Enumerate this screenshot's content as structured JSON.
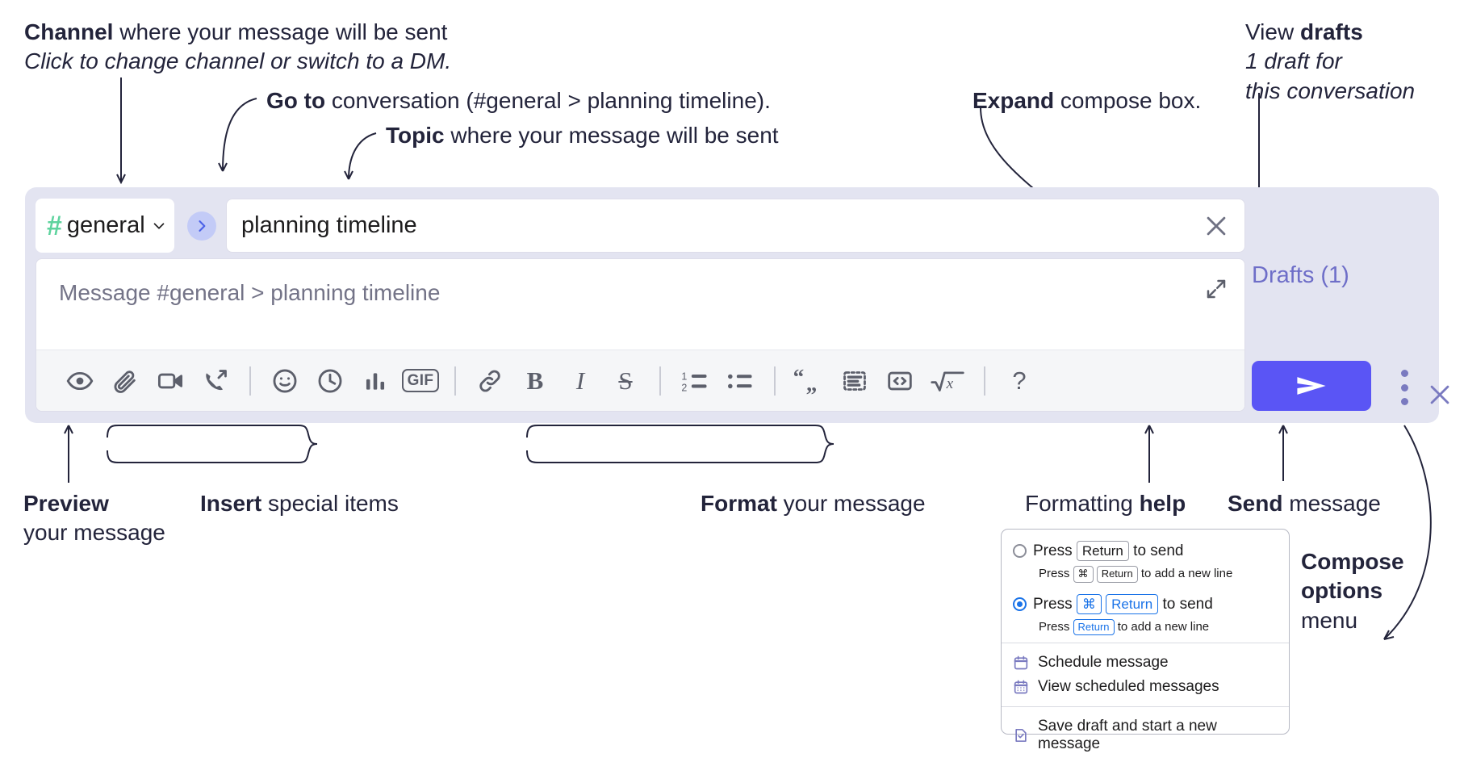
{
  "annotations": {
    "channel": {
      "bold": "Channel",
      "rest": " where your message will be sent",
      "italic": "Click to change channel or switch to a DM."
    },
    "goto": {
      "bold": "Go to",
      "rest": " conversation (#general > planning timeline)."
    },
    "topic": {
      "bold": "Topic",
      "rest": " where your message will be sent"
    },
    "expand": {
      "bold": "Expand",
      "rest": " compose box."
    },
    "drafts": {
      "plain": "View ",
      "bold": "drafts",
      "italic1": "1 draft for",
      "italic2": "this conversation"
    },
    "preview": {
      "bold": "Preview",
      "line2": "your message"
    },
    "insert": {
      "bold": "Insert",
      "rest": " special items"
    },
    "format": {
      "bold": "Format",
      "rest": " your message"
    },
    "formatting_help": {
      "plain": "Formatting ",
      "bold": "help"
    },
    "send": {
      "bold": "Send",
      "rest": " message"
    },
    "compose_options": {
      "bold1": "Compose",
      "bold2": "options",
      "plain": "menu"
    }
  },
  "compose": {
    "channel": {
      "hash": "#",
      "name": "general",
      "chevron_icon": "chevron-down-icon"
    },
    "goto_icon": "chevron-right-icon",
    "topic": {
      "value": "planning timeline",
      "clear_icon": "close-icon"
    },
    "message": {
      "placeholder": "Message #general > planning timeline",
      "value": "",
      "expand_icon": "expand-icon"
    },
    "close_icon": "close-icon",
    "drafts_label": "Drafts (1)",
    "send_icon": "send-icon",
    "compose_menu_icon": "kebab-menu-icon",
    "toolbar": [
      {
        "name": "preview-button",
        "icon": "eye-icon"
      },
      {
        "name": "attach-button",
        "icon": "paperclip-icon"
      },
      {
        "name": "video-clip-button",
        "icon": "video-camera-icon"
      },
      {
        "name": "audio-clip-button",
        "icon": "phone-arrow-icon"
      },
      {
        "name": "separator-1",
        "icon": "separator"
      },
      {
        "name": "emoji-button",
        "icon": "smiley-icon"
      },
      {
        "name": "reminder-button",
        "icon": "clock-icon"
      },
      {
        "name": "poll-button",
        "icon": "bar-chart-icon"
      },
      {
        "name": "gif-button",
        "icon": "gif-icon",
        "label": "GIF"
      },
      {
        "name": "separator-2",
        "icon": "separator"
      },
      {
        "name": "link-button",
        "icon": "link-icon"
      },
      {
        "name": "bold-button",
        "icon": "bold-icon",
        "label": "B"
      },
      {
        "name": "italic-button",
        "icon": "italic-icon",
        "label": "I"
      },
      {
        "name": "strikethrough-button",
        "icon": "strikethrough-icon",
        "label": "S"
      },
      {
        "name": "separator-3",
        "icon": "separator"
      },
      {
        "name": "ordered-list-button",
        "icon": "ordered-list-icon"
      },
      {
        "name": "bulleted-list-button",
        "icon": "bulleted-list-icon"
      },
      {
        "name": "separator-4",
        "icon": "separator"
      },
      {
        "name": "blockquote-button",
        "icon": "quote-icon"
      },
      {
        "name": "code-block-button",
        "icon": "code-block-icon"
      },
      {
        "name": "inline-code-button",
        "icon": "code-brackets-icon"
      },
      {
        "name": "math-button",
        "icon": "square-root-x-icon"
      },
      {
        "name": "separator-5",
        "icon": "separator"
      },
      {
        "name": "formatting-help-button",
        "icon": "question-mark-icon",
        "label": "?"
      }
    ]
  },
  "options_menu": {
    "radio_options": [
      {
        "selected": false,
        "main_pre": "Press ",
        "main_keys": [
          "Return"
        ],
        "main_post": " to send",
        "sub_pre": "Press ",
        "sub_keys": [
          "⌘",
          "Return"
        ],
        "sub_post": " to add a new line",
        "highlight": false
      },
      {
        "selected": true,
        "main_pre": "Press ",
        "main_keys": [
          "⌘",
          "Return"
        ],
        "main_post": " to send",
        "sub_pre": "Press ",
        "sub_keys": [
          "Return"
        ],
        "sub_post": " to add a new line",
        "highlight": true
      }
    ],
    "items": [
      {
        "icon": "calendar-clock-icon",
        "label": "Schedule message"
      },
      {
        "icon": "calendar-grid-icon",
        "label": "View scheduled messages"
      },
      {
        "icon": "document-check-icon",
        "label": "Save draft and start a new message"
      }
    ]
  },
  "colors": {
    "panel_bg": "#e3e4f1",
    "accent_purple": "#5a55f5",
    "drafts_text": "#6e6ec8",
    "hash_green": "#5ed39e",
    "radio_blue": "#1a73e8",
    "menu_icon_purple": "#7a7ac0"
  }
}
